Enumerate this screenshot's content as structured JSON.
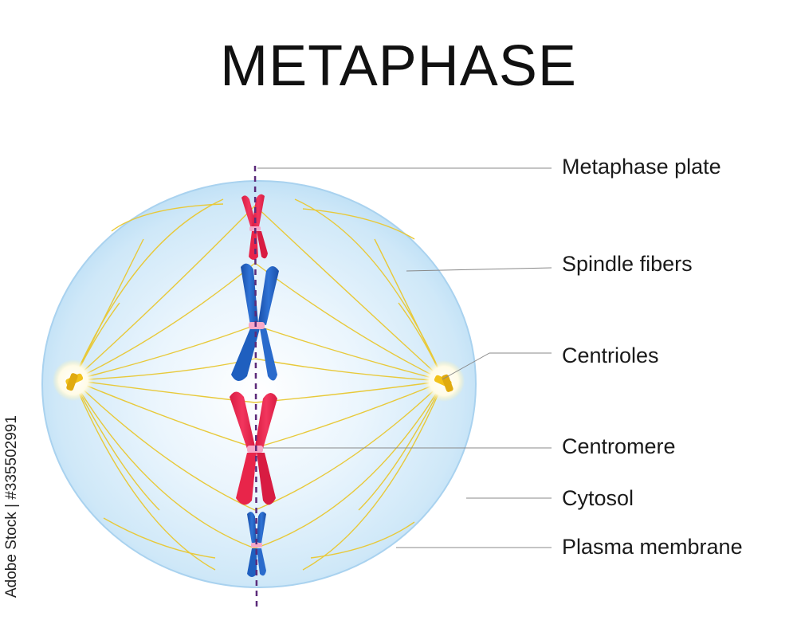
{
  "title": "METAPHASE",
  "labels": {
    "metaphase_plate": "Metaphase plate",
    "spindle_fibers": "Spindle fibers",
    "centrioles": "Centrioles",
    "centromere": "Centromere",
    "cytosol": "Cytosol",
    "plasma_membrane": "Plasma membrane"
  },
  "watermark": "Adobe Stock | #335502991",
  "colors": {
    "cell_fill": "#cfe8f8",
    "cell_center": "#ffffff",
    "chromosome_blue": "#1f5fbf",
    "chromosome_red": "#e8254a",
    "centromere": "#f7a8c8",
    "spindle": "#e8c93a",
    "centriole": "#f2c21b",
    "plate_line": "#5b2a7a",
    "leader_line": "#888888"
  }
}
